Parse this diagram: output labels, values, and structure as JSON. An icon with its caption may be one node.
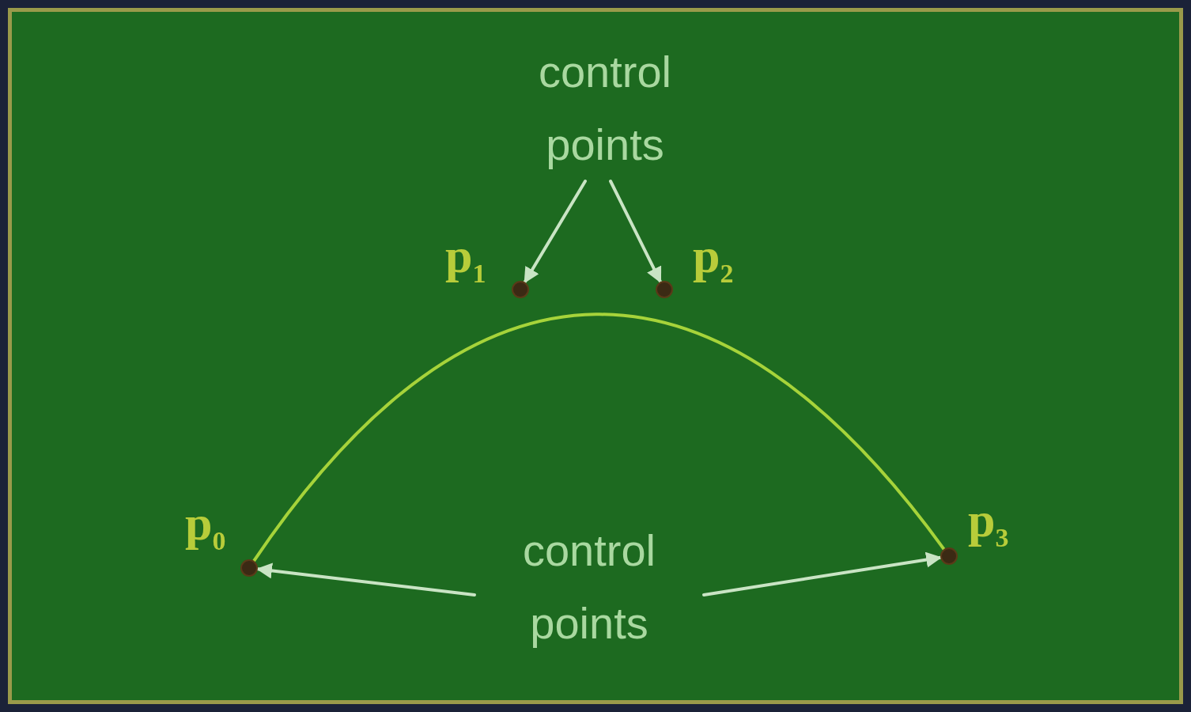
{
  "diagram": {
    "nodes": [
      {
        "text": [
          "control points"
        ]
      },
      {
        "text": [],
        "shape": "circle",
        "beside": [
          "p$_{1}$"
        ]
      },
      {
        "text": [],
        "shape": "circle",
        "beside": [
          "p$_{2}$"
        ]
      },
      {
        "text": [],
        "shape": "circle",
        "beside": [
          "p$_{0}$"
        ]
      },
      {
        "text": [],
        "shape": "circle",
        "beside": [
          "p$_{3}$"
        ]
      },
      {
        "text": [
          "control points"
        ]
      }
    ],
    "edges": [
      {
        "from": 0,
        "to": 1,
        "arrow": "to"
      },
      {
        "from": 0,
        "to": 2,
        "arrow": "to"
      },
      {
        "from": 3,
        "to": 4,
        "arrow": "none",
        "color": "#a6d33a"
      },
      {
        "from": 5,
        "to": 3,
        "arrow": "to"
      },
      {
        "from": 5,
        "to": 4,
        "arrow": "to"
      }
    ]
  }
}
